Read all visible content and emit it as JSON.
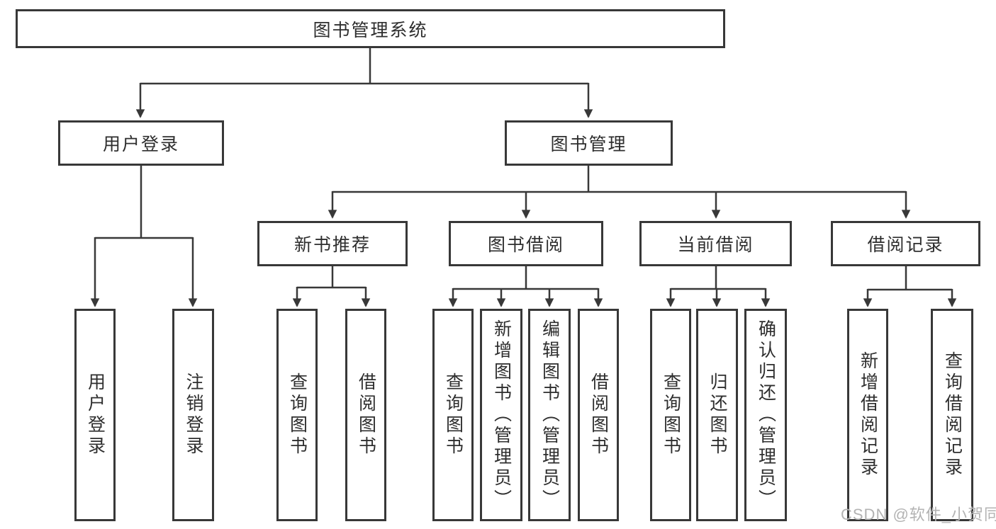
{
  "diagram_title": "图书管理系统",
  "tree": {
    "label": "图书管理系统",
    "children": [
      {
        "label": "用户登录",
        "children": [
          {
            "label": "用户登录"
          },
          {
            "label": "注销登录"
          }
        ]
      },
      {
        "label": "图书管理",
        "children": [
          {
            "label": "新书推荐",
            "children": [
              {
                "label": "查询图书"
              },
              {
                "label": "借阅图书"
              }
            ]
          },
          {
            "label": "图书借阅",
            "children": [
              {
                "label": "查询图书"
              },
              {
                "label": "新增图书（管理员）"
              },
              {
                "label": "编辑图书（管理员）"
              },
              {
                "label": "借阅图书"
              }
            ]
          },
          {
            "label": "当前借阅",
            "children": [
              {
                "label": "查询图书"
              },
              {
                "label": "归还图书"
              },
              {
                "label": "确认归还（管理员）"
              }
            ]
          },
          {
            "label": "借阅记录",
            "children": [
              {
                "label": "新增借阅记录"
              },
              {
                "label": "查询借阅记录"
              }
            ]
          }
        ]
      }
    ]
  },
  "watermark": {
    "text": "CSDN @软件_小贺同学"
  },
  "colors": {
    "line": "#383838",
    "box_border": "#383838",
    "text": "#2e2e2e",
    "watermark": "#b3b3b3",
    "background": "#ffffff"
  }
}
